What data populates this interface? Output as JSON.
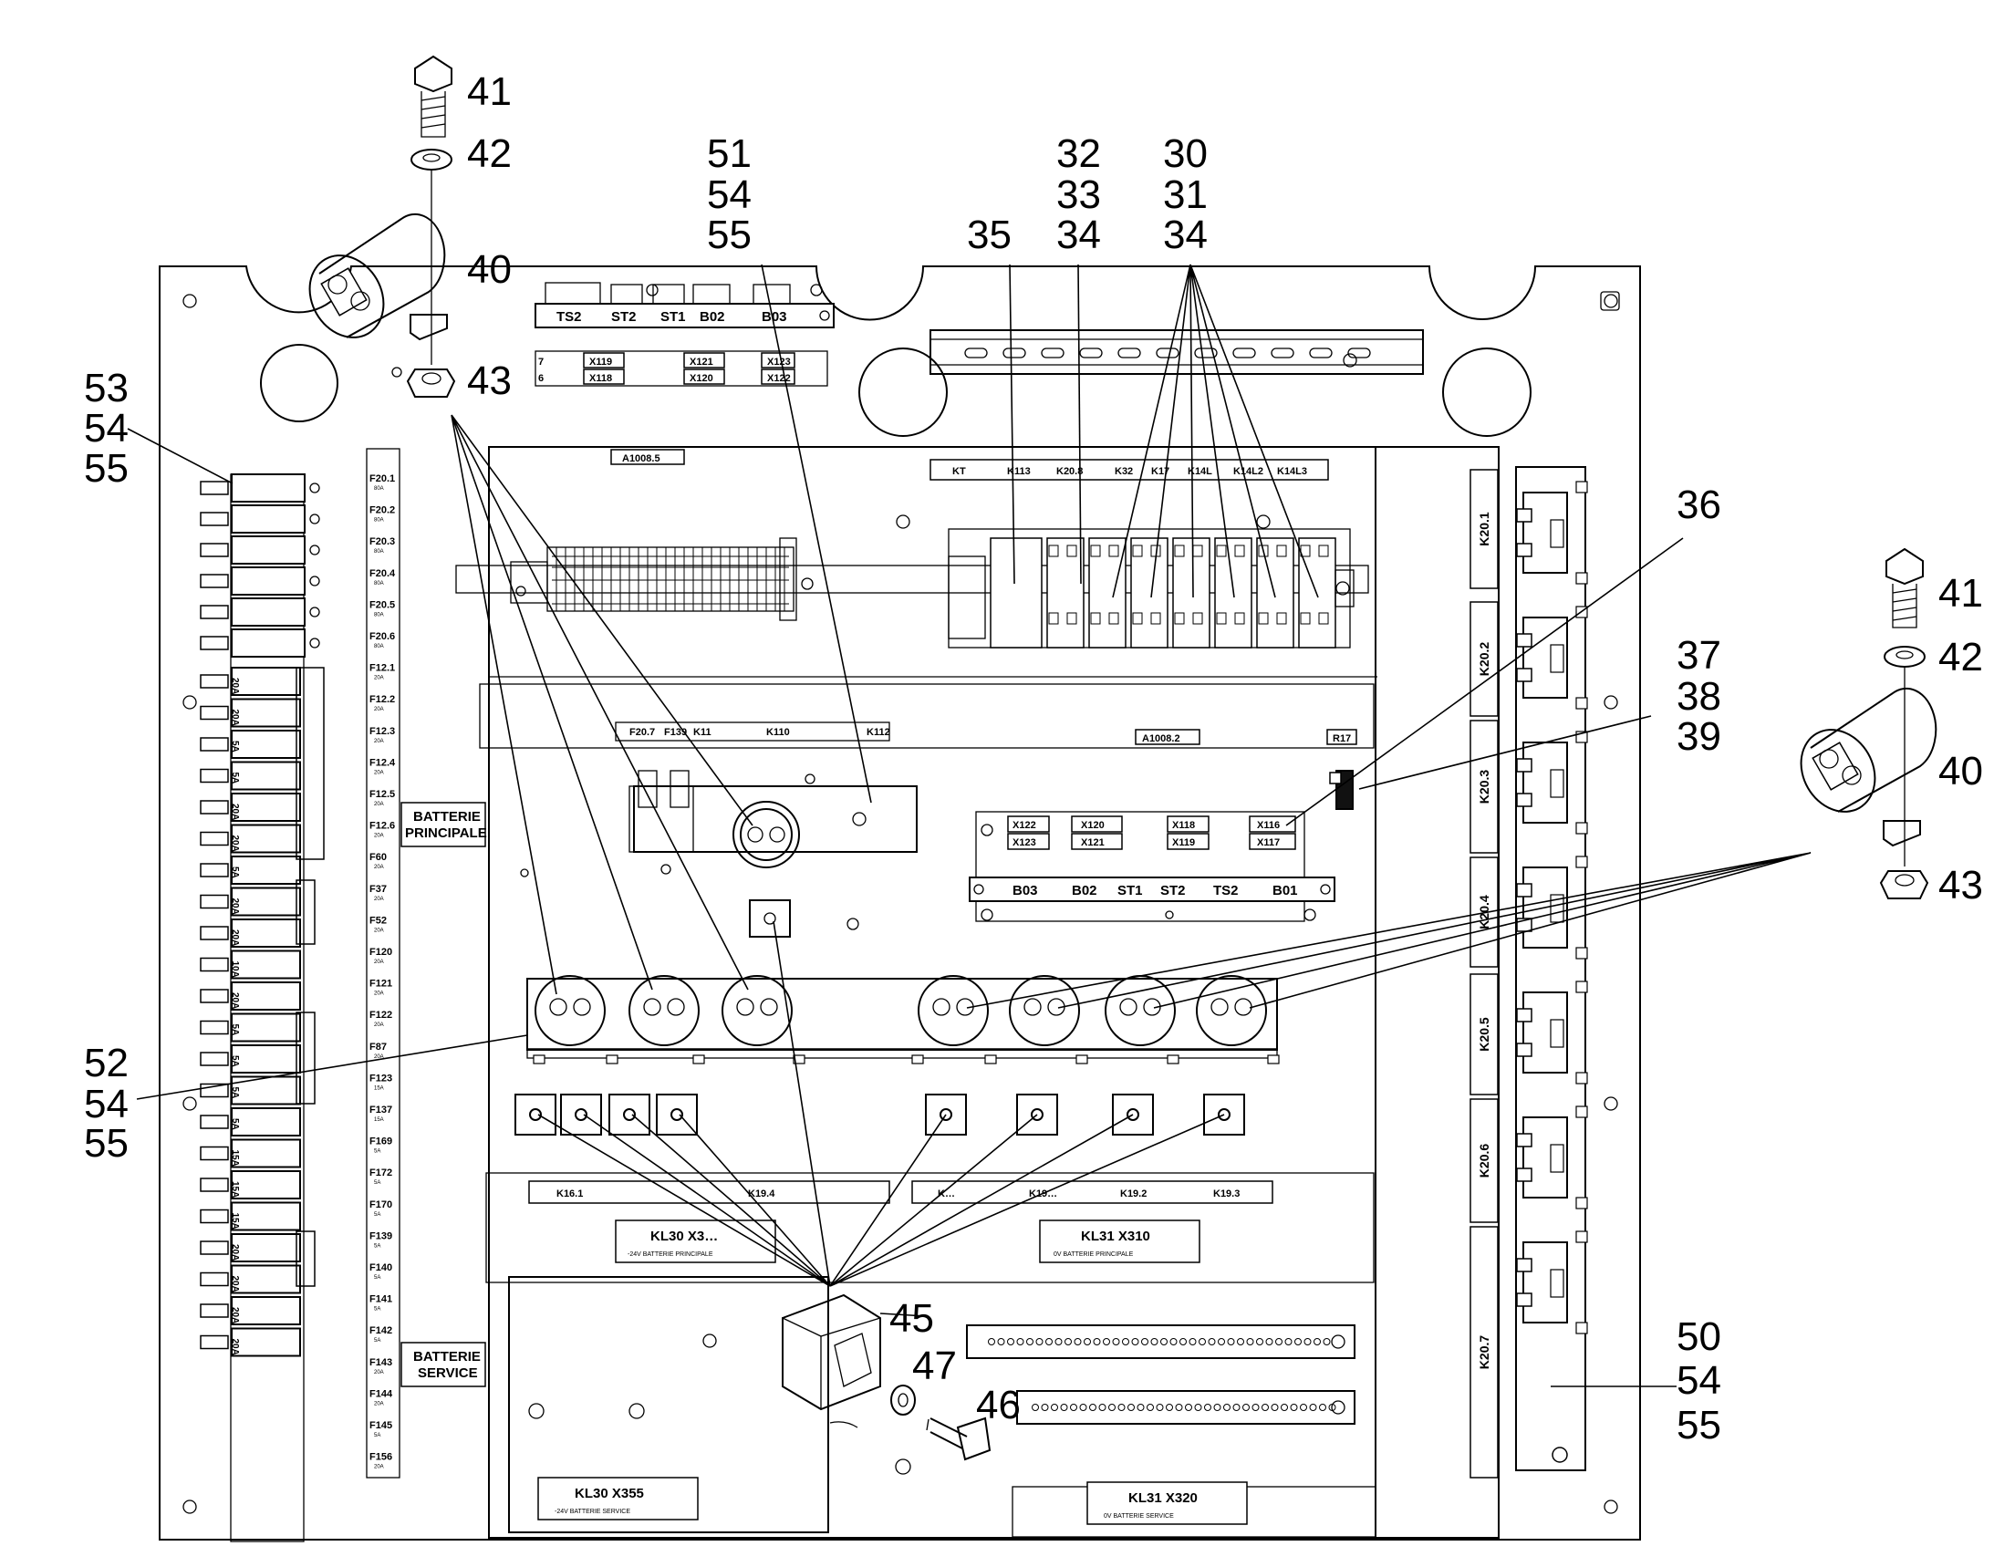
{
  "callouts": {
    "c41a": "41",
    "c42a": "42",
    "c40a": "40",
    "c43a": "43",
    "c51": "51",
    "c54a": "54",
    "c55a": "55",
    "c32": "32",
    "c33": "33",
    "c34a": "34",
    "c30": "30",
    "c31": "31",
    "c34b": "34",
    "c35": "35",
    "c53": "53",
    "c54b": "54",
    "c55b": "55",
    "c36": "36",
    "c41b": "41",
    "c42b": "42",
    "c37": "37",
    "c38": "38",
    "c39": "39",
    "c40b": "40",
    "c43b": "43",
    "c52": "52",
    "c54c": "54",
    "c55c": "55",
    "c45": "45",
    "c47": "47",
    "c46": "46",
    "c50": "50",
    "c54d": "54",
    "c55d": "55"
  },
  "panel_labels": {
    "a1008_5": "A1008.5",
    "a1008_2": "A1008.2",
    "r17": "R17",
    "batterie_principale_1": "BATTERIE",
    "batterie_principale_2": "PRINCIPALE",
    "batterie_service_1": "BATTERIE",
    "batterie_service_2": "SERVICE",
    "kl30_x30": "KL30  X3…",
    "kl30_x30_sub": "-24V BATTERIE PRINCIPALE",
    "kl31_x310": "KL31  X310",
    "kl31_x310_sub": "0V BATTERIE PRINCIPALE",
    "kl30_x355": "KL30  X355",
    "kl30_x355_sub": "-24V BATTERIE SERVICE",
    "kl31_x320": "KL31  X320",
    "kl31_x320_sub": "0V BATTERIE SERVICE"
  },
  "top_terminal_labels": [
    "TS2",
    "ST2",
    "ST1",
    "B02",
    "B03"
  ],
  "top_x_labels": [
    "X119",
    "X118",
    "X121",
    "X120",
    "X123",
    "X122"
  ],
  "top_x_partial": [
    "7",
    "6"
  ],
  "relay_bar_labels": [
    "KT",
    "K113",
    "K20.8",
    "K32",
    "K17",
    "K14L",
    "K14L2",
    "K14L3"
  ],
  "mid_labels": [
    "F20.7",
    "F139",
    "K11",
    "K110",
    "K112"
  ],
  "mid_x_labels": [
    "X122",
    "X123",
    "X120",
    "X121",
    "X118",
    "X119",
    "X116",
    "X117"
  ],
  "mid_terminal_labels": [
    "B03",
    "B02",
    "ST1",
    "ST2",
    "TS2",
    "B01"
  ],
  "k_bottom_left": [
    "K16.1",
    "K19.4"
  ],
  "k_bottom_right": [
    "K…",
    "K19…",
    "K19.2",
    "K19.3"
  ],
  "right_k_labels": [
    "K20.1",
    "K20.2",
    "K20.3",
    "K20.4",
    "K20.5",
    "K20.6",
    "K20.7"
  ],
  "fuse_labels": [
    "F20.1",
    "F20.2",
    "F20.3",
    "F20.4",
    "F20.5",
    "F20.6",
    "F12.1",
    "F12.2",
    "F12.3",
    "F12.4",
    "F12.5",
    "F12.6",
    "F60",
    "F37",
    "F52",
    "F120",
    "F121",
    "F122",
    "F87",
    "F123",
    "F137",
    "F169",
    "F172",
    "F170",
    "F139",
    "F140",
    "F141",
    "F142",
    "F143",
    "F144",
    "F145",
    "F156"
  ],
  "fuse_ratings": [
    "80A",
    "80A",
    "80A",
    "80A",
    "80A",
    "80A",
    "20A",
    "20A",
    "20A",
    "20A",
    "20A",
    "20A",
    "20A",
    "20A",
    "20A",
    "20A",
    "20A",
    "20A",
    "20A",
    "15A",
    "15A",
    "5A",
    "5A",
    "5A",
    "5A",
    "5A",
    "5A",
    "5A",
    "20A",
    "20A",
    "5A",
    "20A"
  ],
  "left_fuse_ratings": [
    "20A",
    "20A",
    "5A",
    "5A",
    "20A",
    "20A",
    "5A",
    "20A",
    "20A",
    "10A",
    "20A",
    "5A",
    "5A",
    "5A",
    "5A",
    "15A",
    "15A",
    "15A",
    "20A",
    "20A",
    "20A",
    "20A"
  ]
}
